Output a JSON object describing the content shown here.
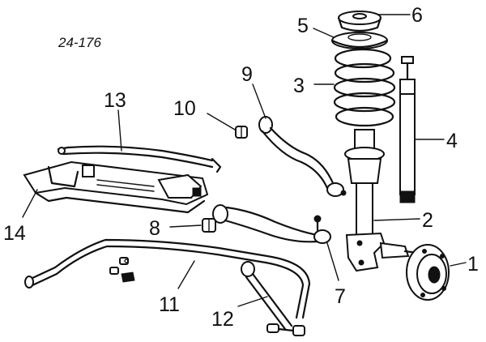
{
  "reference_code": "24-176",
  "callouts": [
    {
      "id": "1",
      "part": "wheel-hub"
    },
    {
      "id": "2",
      "part": "steering-knuckle-strut"
    },
    {
      "id": "3",
      "part": "coil-spring"
    },
    {
      "id": "4",
      "part": "shock-absorber"
    },
    {
      "id": "5",
      "part": "spring-seat"
    },
    {
      "id": "6",
      "part": "strut-mount"
    },
    {
      "id": "7",
      "part": "lower-ball-joint"
    },
    {
      "id": "8",
      "part": "control-arm-bushing"
    },
    {
      "id": "9",
      "part": "upper-control-arm"
    },
    {
      "id": "10",
      "part": "bushing"
    },
    {
      "id": "11",
      "part": "stabilizer-bar"
    },
    {
      "id": "12",
      "part": "stabilizer-link"
    },
    {
      "id": "13",
      "part": "tie-rod"
    },
    {
      "id": "14",
      "part": "subframe"
    }
  ],
  "colors": {
    "ink": "#111111",
    "paper": "#ffffff"
  }
}
